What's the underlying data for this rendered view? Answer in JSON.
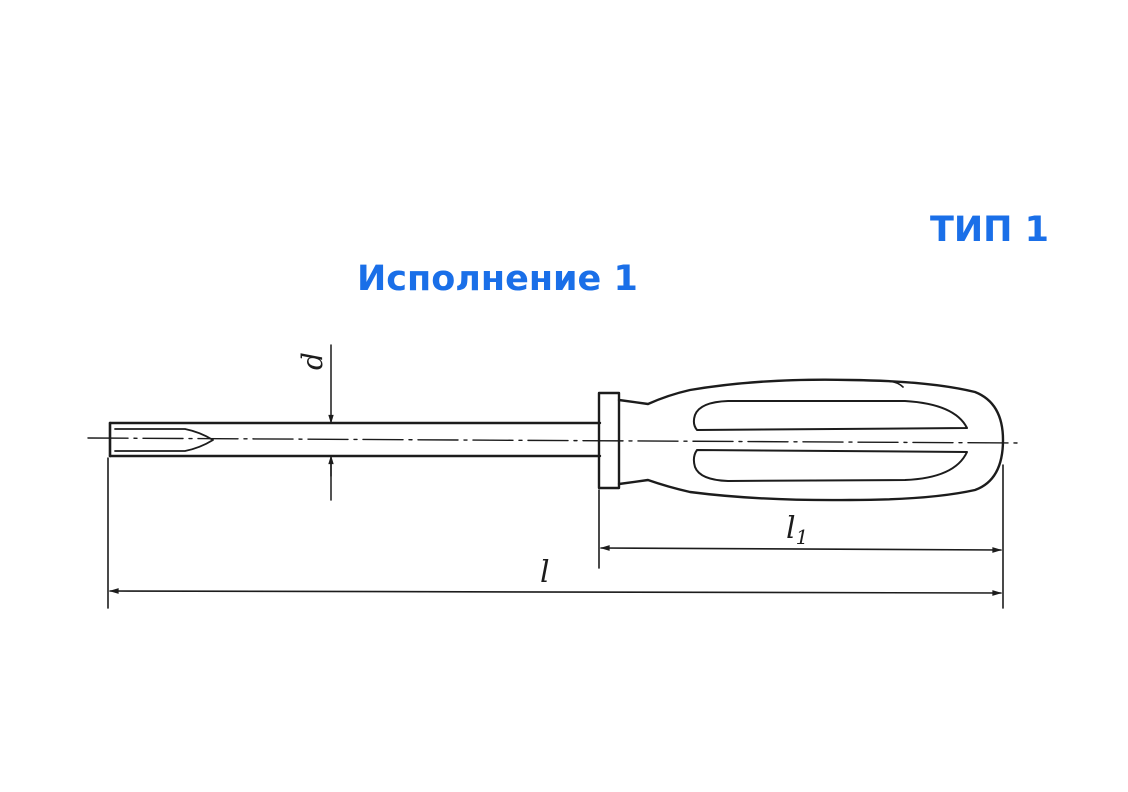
{
  "captions": {
    "type": "ТИП 1",
    "variant": "Исполнение 1"
  },
  "dimensions": {
    "overall_length": "l",
    "handle_length": "l1",
    "diameter": "d"
  },
  "colors": {
    "caption": "#1a6fe8",
    "ink": "#1c1c1c",
    "background": "#ffffff"
  }
}
